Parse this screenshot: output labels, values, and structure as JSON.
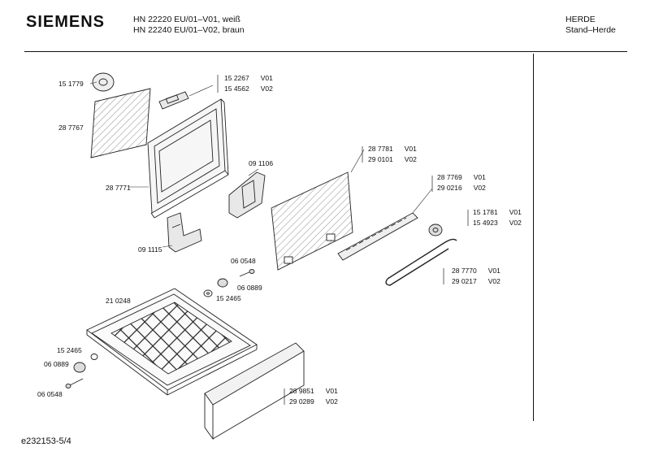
{
  "header": {
    "brand": "SIEMENS",
    "models": [
      "HN 22220 EU/01–V01, weiß",
      "HN 22240 EU/01–V02, braun"
    ],
    "category": [
      "HERDE",
      "Stand–Herde"
    ]
  },
  "labels": [
    {
      "part": "15 1779"
    },
    {
      "part": "28 7767"
    },
    {
      "part": "15 2267",
      "ver": "V01"
    },
    {
      "part": "15 4562",
      "ver": "V02"
    },
    {
      "part": "28 7771"
    },
    {
      "part": "09 1106"
    },
    {
      "part": "09 1115"
    },
    {
      "part": "28 7781",
      "ver": "V01"
    },
    {
      "part": "29 0101",
      "ver": "V02"
    },
    {
      "part": "28 7769",
      "ver": "V01"
    },
    {
      "part": "29 0216",
      "ver": "V02"
    },
    {
      "part": "15 1781",
      "ver": "V01"
    },
    {
      "part": "15 4923",
      "ver": "V02"
    },
    {
      "part": "06 0548"
    },
    {
      "part": "06 0889"
    },
    {
      "part": "15 2465"
    },
    {
      "part": "21 0248"
    },
    {
      "part": "28 7770",
      "ver": "V01"
    },
    {
      "part": "29 0217",
      "ver": "V02"
    },
    {
      "part": "15 2465"
    },
    {
      "part": "06 0889"
    },
    {
      "part": "06 0548"
    },
    {
      "part": "28 9851",
      "ver": "V01"
    },
    {
      "part": "29 0289",
      "ver": "V02"
    }
  ],
  "footer": {
    "doc_id": "e232153-5/4"
  }
}
